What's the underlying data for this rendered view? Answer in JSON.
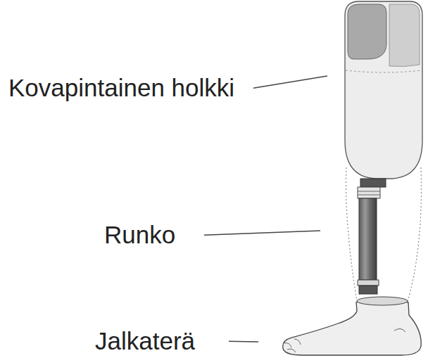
{
  "diagram": {
    "labels": [
      "Kovapintainen holkki",
      "Runko",
      "Jalkaterä"
    ]
  }
}
